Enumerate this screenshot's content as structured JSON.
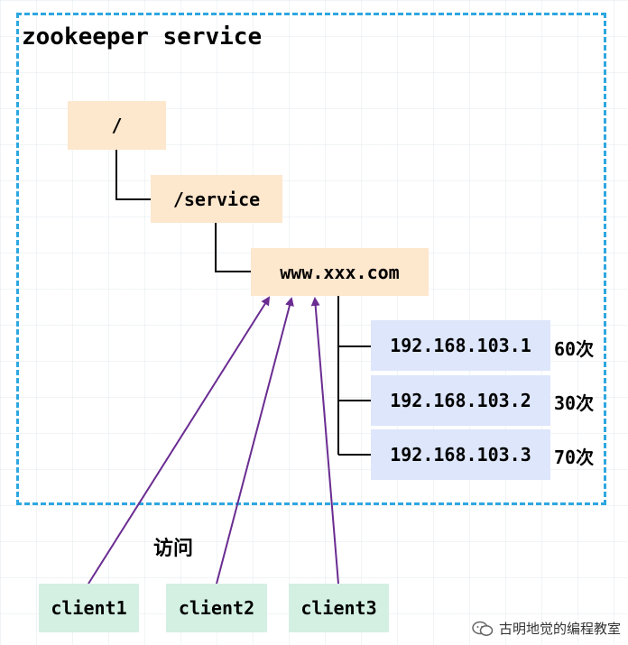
{
  "title": "zookeeper service",
  "znodes": {
    "root": "/",
    "service": "/service",
    "domain": "www.xxx.com"
  },
  "servers": [
    {
      "ip": "192.168.103.1",
      "count": "60次"
    },
    {
      "ip": "192.168.103.2",
      "count": "30次"
    },
    {
      "ip": "192.168.103.3",
      "count": "70次"
    }
  ],
  "clients": [
    "client1",
    "client2",
    "client3"
  ],
  "visit_label": "访问",
  "watermark": {
    "text": "古明地觉的编程教室",
    "icon": "wechat-icon"
  },
  "colors": {
    "dashed_border": "#2ea7e0",
    "znode_fill": "#fde7cd",
    "server_fill": "#dde6fb",
    "client_fill": "#d3f0e3",
    "arrow": "#6a2c91"
  }
}
